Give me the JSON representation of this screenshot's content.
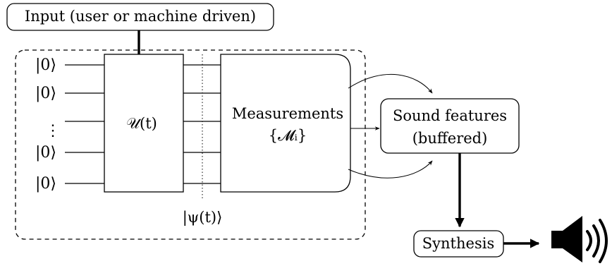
{
  "input_box": {
    "label": "Input (user or machine driven)"
  },
  "qubits": {
    "ket": "|0⟩",
    "dots": "⋮"
  },
  "unitary": {
    "label": "𝒰(t)"
  },
  "state": {
    "label": "|ψ(t)⟩"
  },
  "measurements": {
    "title": "Measurements",
    "set": "{𝓜ᵢ}"
  },
  "sound_features": {
    "line1": "Sound features",
    "line2": "(buffered)"
  },
  "synthesis": {
    "label": "Synthesis"
  },
  "icons": {
    "speaker": "speaker-icon"
  }
}
